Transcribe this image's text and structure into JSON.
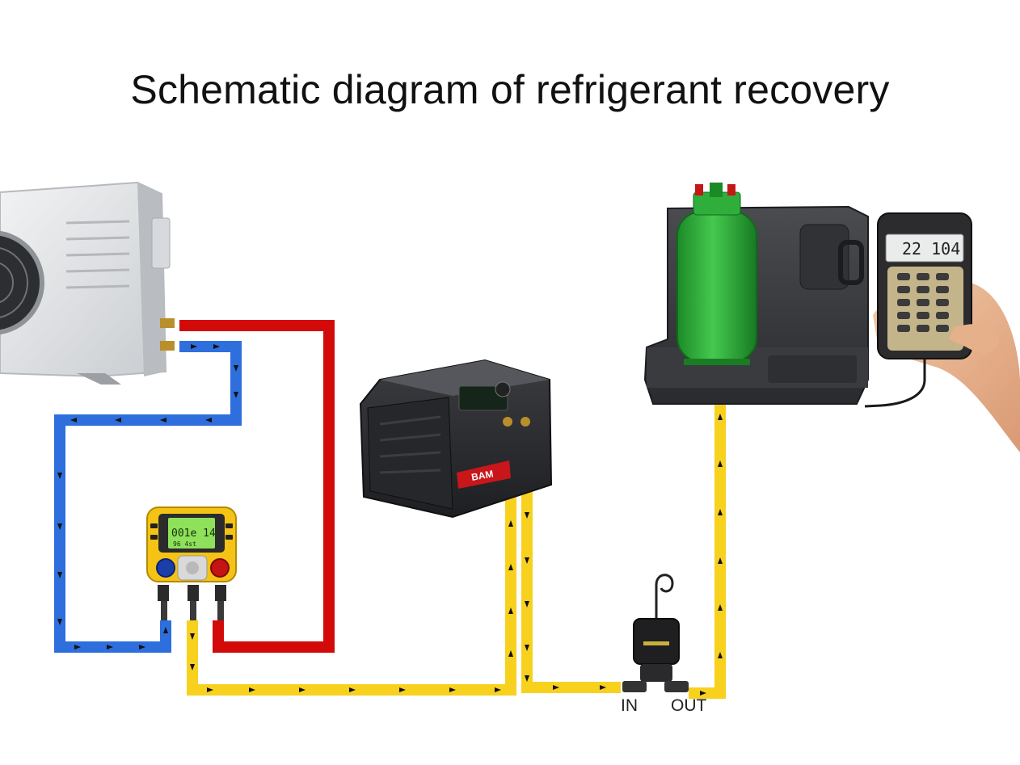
{
  "title": "Schematic diagram of refrigerant recovery",
  "devices": {
    "recovery_machine": {
      "brand_text": "BAM"
    },
    "manifold_gauge": {
      "display_main": "001e 14",
      "display_sub": "96  4st"
    },
    "electronic_scale": {
      "display": "22 104"
    }
  },
  "filter_ports": {
    "in_label": "IN",
    "out_label": "OUT"
  },
  "colors": {
    "suction_line": "#2e6fdd",
    "discharge_line": "#d30a0a",
    "recovery_line": "#f7d11e",
    "cylinder": "#2fae3b"
  },
  "icons": [
    "flow-arrow-icon",
    "hook-icon"
  ]
}
